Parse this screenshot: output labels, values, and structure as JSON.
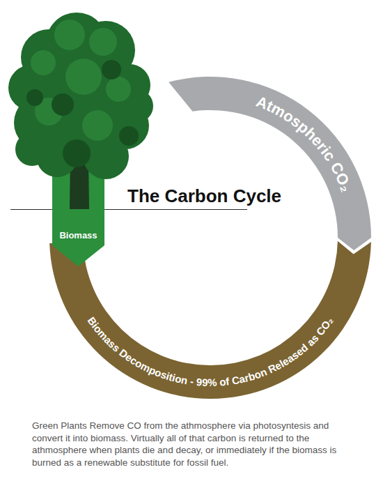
{
  "diagram": {
    "title": "The Carbon Cycle",
    "caption": "Green Plants Remove CO from the athmosphere via photosyntesis and convert it into biomass. Virtually all of that carbon is returned to the athmosphere when plants die and decay, or immediately if the biomass is burned as a renewable substitute for fossil fuel.",
    "nodes": [
      {
        "text": [
          "Atmospheric CO₂"
        ]
      },
      {
        "text": [
          "Biomass"
        ]
      },
      {
        "text": [
          "Biomass Decomposition - 99% of Carbon Released as CO₂"
        ]
      }
    ]
  }
}
